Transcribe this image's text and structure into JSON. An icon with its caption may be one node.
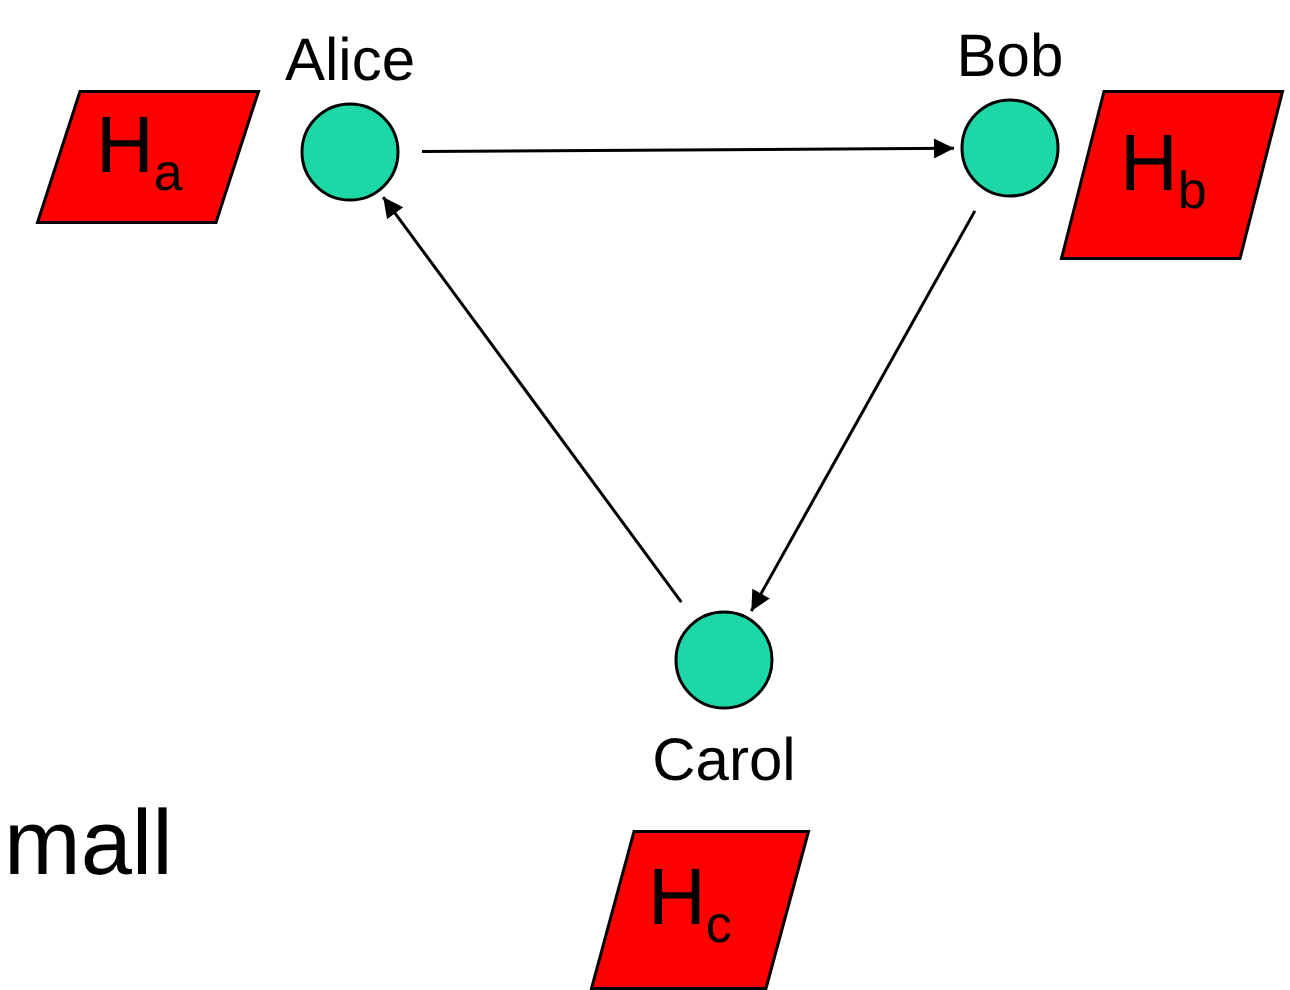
{
  "diagram": {
    "nodes": [
      {
        "text": [
          "H$_{a}$"
        ]
      },
      {
        "text": [
          "Alice"
        ]
      },
      {
        "text": [
          "Bob"
        ]
      },
      {
        "text": [
          "H$_{b}$"
        ]
      },
      {
        "text": [
          "Carol"
        ]
      },
      {
        "text": [
          "H$_{c}$"
        ]
      }
    ],
    "edges": [
      {
        "from": 1,
        "to": 2,
        "arrow": "to"
      },
      {
        "from": 2,
        "to": 4,
        "arrow": "to"
      },
      {
        "from": 4,
        "to": 1,
        "arrow": "to"
      }
    ],
    "labels": [
      "mall"
    ]
  }
}
